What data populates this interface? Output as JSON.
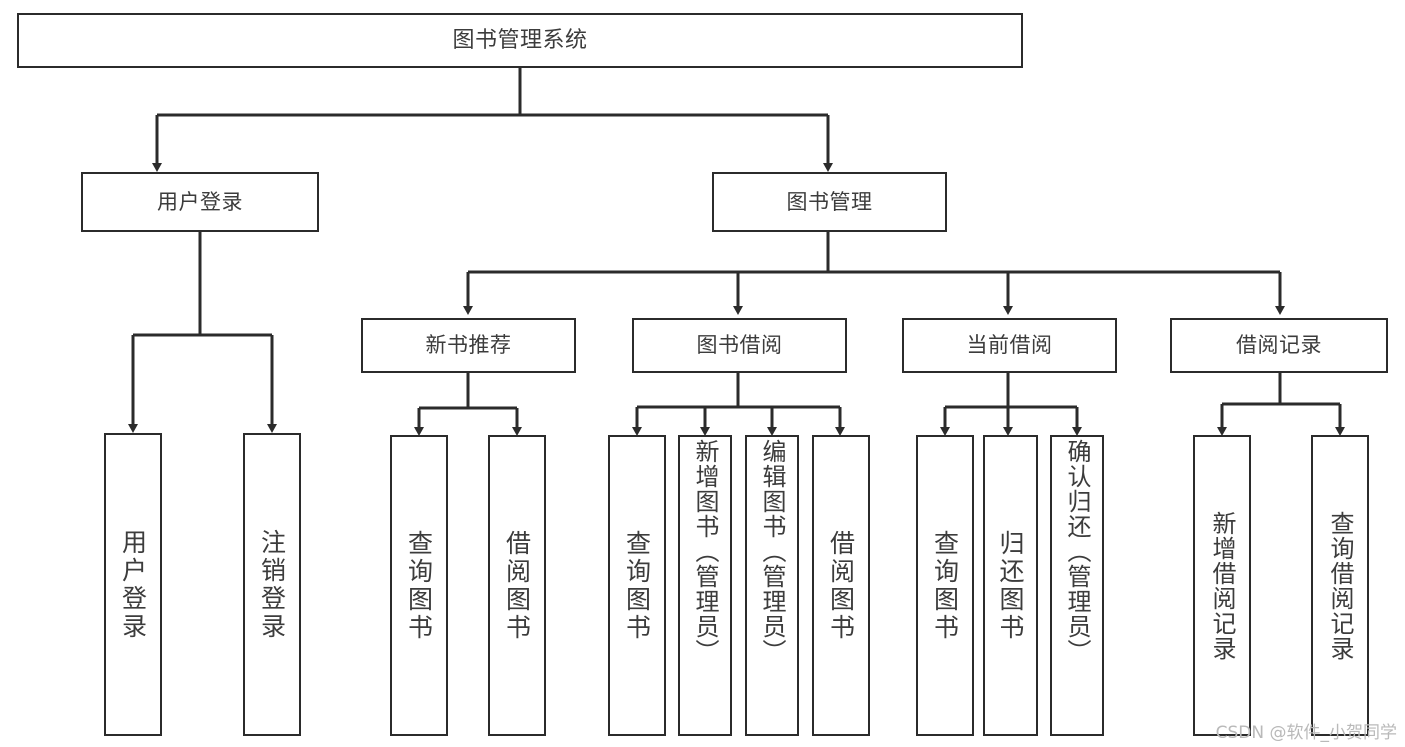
{
  "diagram": {
    "title": "图书管理系统",
    "type": "tree-hierarchy-chart",
    "colors": {
      "box_border": "#2b2b2b",
      "box_fill": "#ffffff",
      "edge": "#2b2b2b",
      "text": "#3c3c3c",
      "watermark": "#b9b9b9",
      "background": "#ffffff"
    },
    "root": {
      "label": "图书管理系统"
    },
    "level2": [
      {
        "label": "用户登录"
      },
      {
        "label": "图书管理"
      }
    ],
    "level3": [
      {
        "label": "新书推荐"
      },
      {
        "label": "图书借阅"
      },
      {
        "label": "当前借阅"
      },
      {
        "label": "借阅记录"
      }
    ],
    "leaves": {
      "user_login": [
        {
          "label": "用户登录"
        },
        {
          "label": "注销登录"
        }
      ],
      "new_book_recommend": [
        {
          "label": "查询图书"
        },
        {
          "label": "借阅图书"
        }
      ],
      "book_borrow": [
        {
          "label": "查询图书"
        },
        {
          "label": "新增图书（管理员）"
        },
        {
          "label": "编辑图书（管理员）"
        },
        {
          "label": "借阅图书"
        }
      ],
      "current_borrow": [
        {
          "label": "查询图书"
        },
        {
          "label": "归还图书"
        },
        {
          "label": "确认归还（管理员）"
        }
      ],
      "borrow_record": [
        {
          "label": "新增借阅记录"
        },
        {
          "label": "查询借阅记录"
        }
      ]
    }
  },
  "watermark": {
    "text": "CSDN @软件_小贺同学"
  }
}
